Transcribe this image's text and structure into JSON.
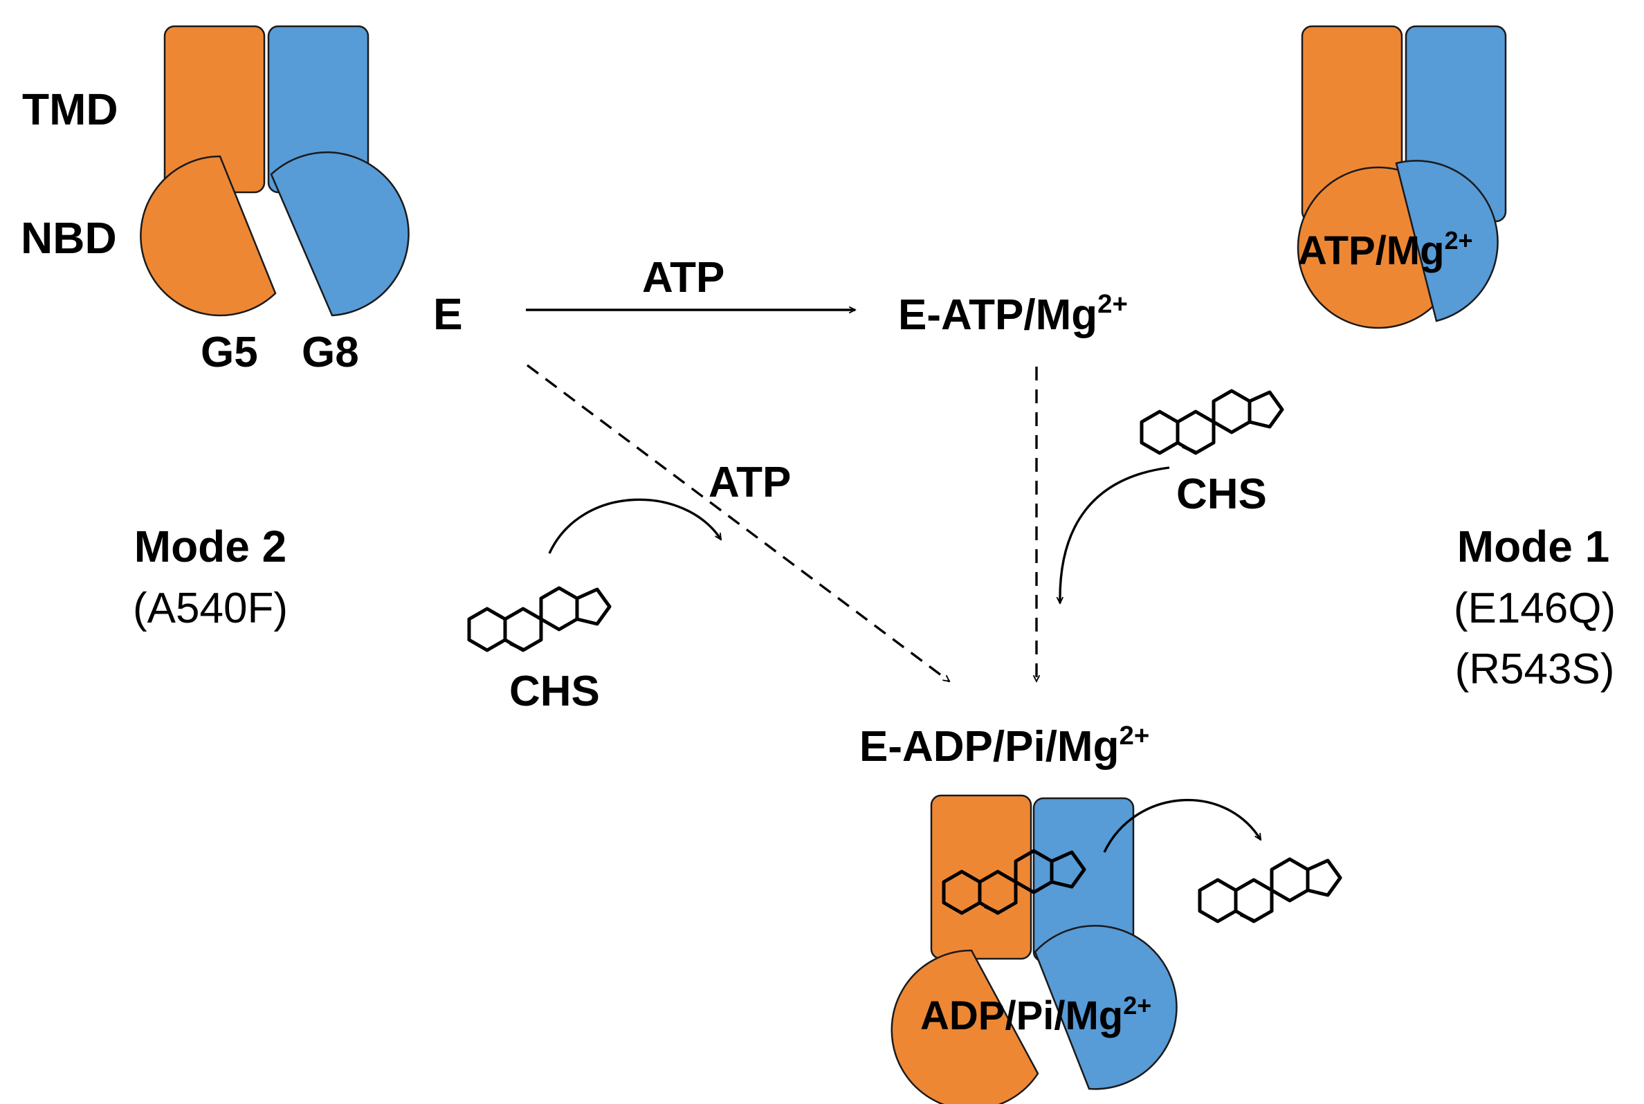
{
  "colors": {
    "orange": "#EE8734",
    "blue": "#579BD7",
    "outline": "#1a1a1a"
  },
  "labels": {
    "tmd": "TMD",
    "nbd": "NBD",
    "g5": "G5",
    "g8": "G8",
    "enzyme": "E",
    "atp_top": "ATP",
    "atp_diag": "ATP",
    "e_atp": "E-ATP/Mg",
    "e_atp_sup": "2+",
    "e_adp": "E-ADP/Pi/Mg",
    "e_adp_sup": "2+",
    "nbd_atp": "ATP/Mg",
    "nbd_atp_sup": "2+",
    "nbd_adp": "ADP/Pi/Mg",
    "nbd_adp_sup": "2+",
    "chs_right": "CHS",
    "chs_left": "CHS",
    "mode2_title": "Mode 2",
    "mode2_mut": "(A540F)",
    "mode1_title": "Mode 1",
    "mode1_mut1": "(E146Q)",
    "mode1_mut2": "(R543S)"
  }
}
